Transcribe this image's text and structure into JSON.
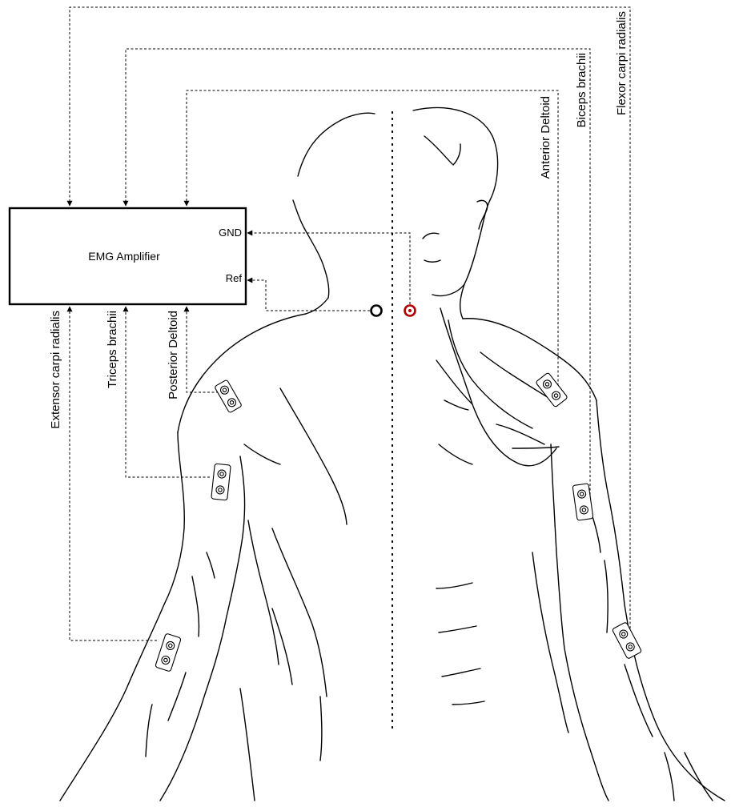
{
  "amplifier": {
    "label": "EMG Amplifier",
    "gnd_label": "GND",
    "ref_label": "Ref"
  },
  "channels": {
    "left": [
      "Extensor carpi radialis",
      "Triceps brachii",
      "Posterior Deltoid"
    ],
    "right": [
      "Anterior Deltoid",
      "Biceps brachii",
      "Flexor carpi radialis"
    ]
  },
  "colors": {
    "ground_electrode": "#b00000",
    "reference_electrode": "#000000"
  }
}
